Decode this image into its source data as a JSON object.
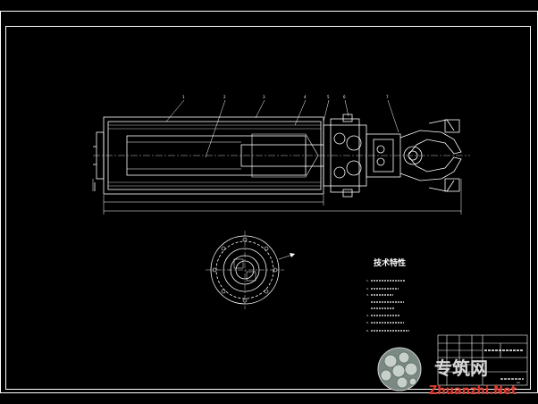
{
  "drawing": {
    "technical_title": "技术特性",
    "tech_notes": [
      "1.",
      "2.",
      "3.",
      "",
      "",
      "4.",
      "5.",
      "6."
    ],
    "part_numbers": [
      "1",
      "2",
      "3",
      "4",
      "5",
      "6",
      "7"
    ],
    "title_block": {
      "sheet_label": "A1"
    }
  },
  "watermark": {
    "site_cn": "专筑网",
    "site_url": "Zhuanzhi.Net"
  },
  "colors": {
    "background": "#000000",
    "lines": "#ffffff",
    "watermark_url": "#e23a2e"
  }
}
